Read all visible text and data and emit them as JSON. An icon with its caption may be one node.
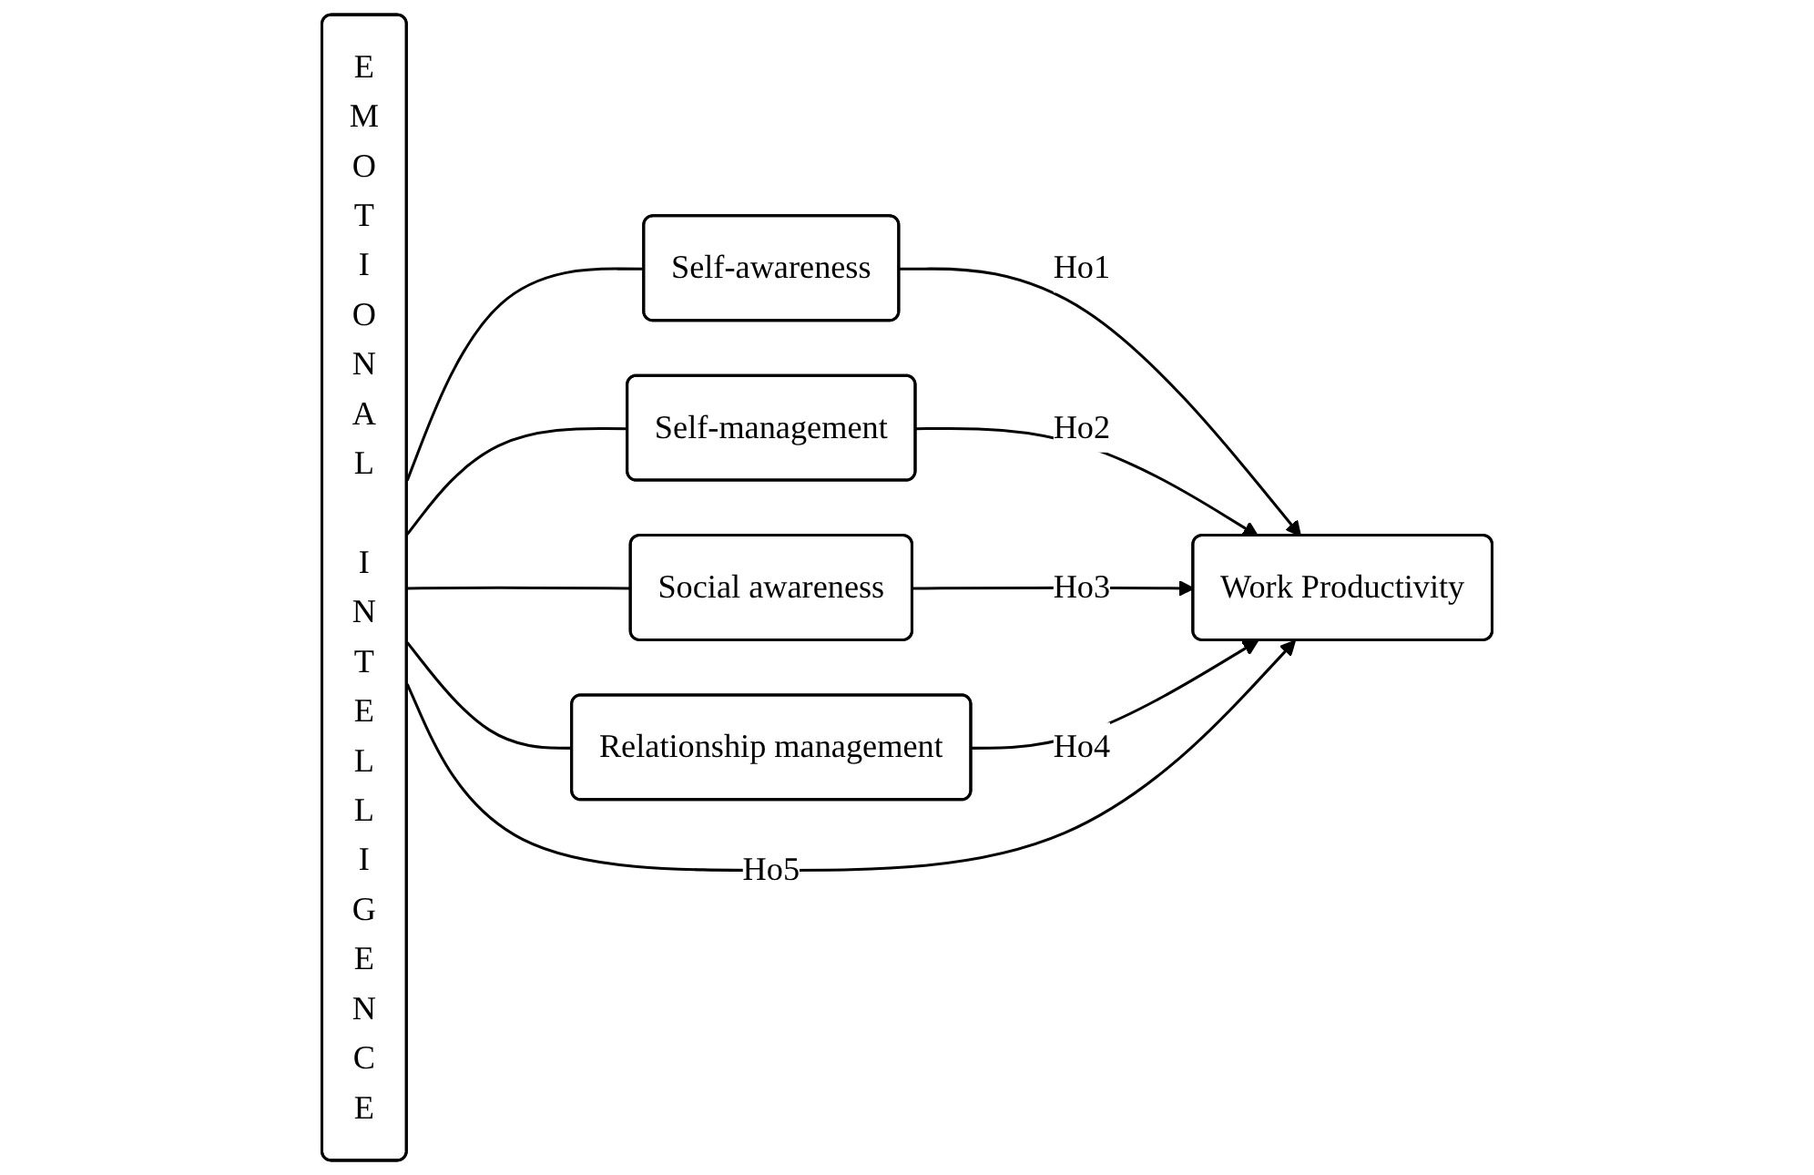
{
  "diagram": {
    "nodes": [
      {
        "text": [
          "EMOTIONAL INTELLIGENCE"
        ]
      },
      {
        "text": [
          "Self-awareness"
        ]
      },
      {
        "text": [
          "Self-management"
        ]
      },
      {
        "text": [
          "Social awareness"
        ]
      },
      {
        "text": [
          "Relationship management"
        ]
      },
      {
        "text": [
          "Work Productivity"
        ]
      }
    ],
    "edges": [
      {
        "from": 0,
        "to": 1,
        "arrow": "none"
      },
      {
        "from": 0,
        "to": 2,
        "arrow": "none"
      },
      {
        "from": 0,
        "to": 3,
        "arrow": "none"
      },
      {
        "from": 0,
        "to": 4,
        "arrow": "none"
      },
      {
        "from": 1,
        "to": 5,
        "arrow": "to",
        "label": "Ho1"
      },
      {
        "from": 2,
        "to": 5,
        "arrow": "to",
        "label": "Ho2"
      },
      {
        "from": 3,
        "to": 5,
        "arrow": "to",
        "label": "Ho3"
      },
      {
        "from": 4,
        "to": 5,
        "arrow": "to",
        "label": "Ho4"
      },
      {
        "from": 0,
        "to": 5,
        "arrow": "to",
        "label": "Ho5"
      }
    ]
  }
}
